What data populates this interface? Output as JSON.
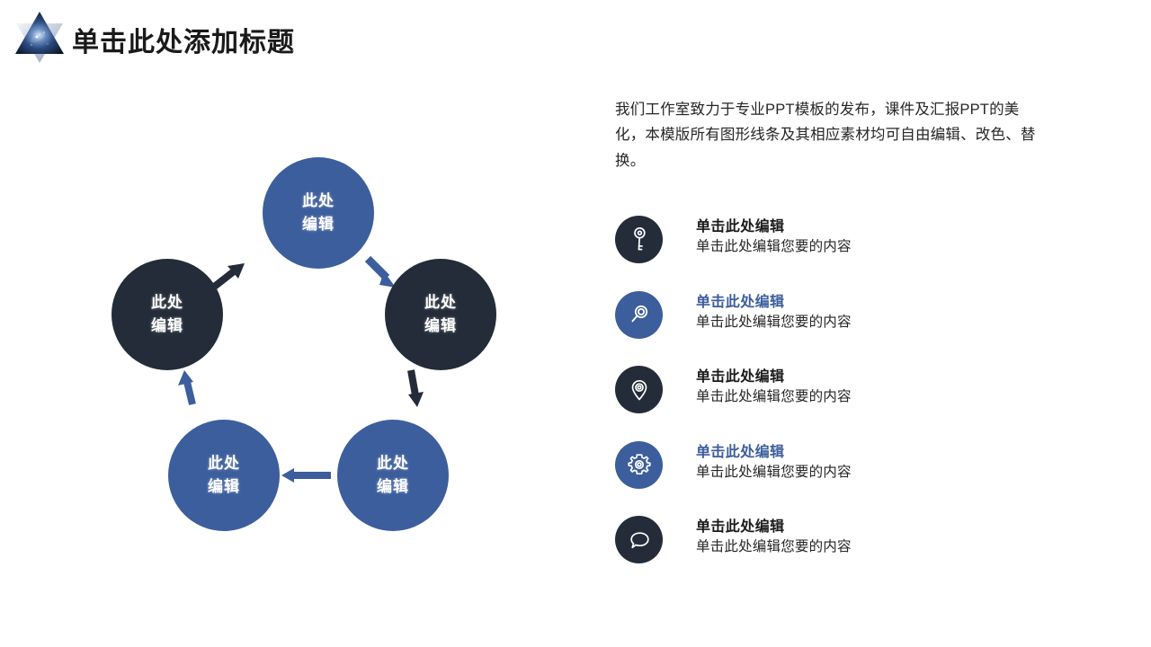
{
  "header": {
    "title": "单击此处添加标题",
    "logo_icon": "six-pointed-star-galaxy-logo"
  },
  "colors": {
    "accent_blue": "#3C5E9D",
    "dark_navy": "#232C38",
    "text_dark": "#1a1a1a",
    "background": "#ffffff"
  },
  "right_panel": {
    "paragraph": "我们工作室致力于专业PPT模板的发布，课件及汇报PPT的美化，本模版所有图形线条及其相应素材均可自由编辑、改色、替换。",
    "items": [
      {
        "icon": "key-icon",
        "icon_style": "dark",
        "title": "单击此处编辑",
        "title_color": "dark",
        "desc": "单击此处编辑您要的内容"
      },
      {
        "icon": "search-icon",
        "icon_style": "blue",
        "title": "单击此处编辑",
        "title_color": "blue",
        "desc": "单击此处编辑您要的内容"
      },
      {
        "icon": "location-pin-icon",
        "icon_style": "dark",
        "title": "单击此处编辑",
        "title_color": "dark",
        "desc": "单击此处编辑您要的内容"
      },
      {
        "icon": "gear-icon",
        "icon_style": "blue",
        "title": "单击此处编辑",
        "title_color": "blue",
        "desc": "单击此处编辑您要的内容"
      },
      {
        "icon": "speech-bubble-icon",
        "icon_style": "dark",
        "title": "单击此处编辑",
        "title_color": "dark",
        "desc": "单击此处编辑您要的内容"
      }
    ]
  },
  "cycle_diagram": {
    "nodes": [
      {
        "line1": "此处",
        "line2": "编辑",
        "style": "blue",
        "position": "top"
      },
      {
        "line1": "此处",
        "line2": "编辑",
        "style": "dark",
        "position": "right"
      },
      {
        "line1": "此处",
        "line2": "编辑",
        "style": "blue",
        "position": "bottom-right"
      },
      {
        "line1": "此处",
        "line2": "编辑",
        "style": "blue",
        "position": "bottom-left"
      },
      {
        "line1": "此处",
        "line2": "编辑",
        "style": "dark",
        "position": "left"
      }
    ],
    "arrows": [
      {
        "from": "top",
        "to": "right",
        "color": "blue",
        "direction": "down-right"
      },
      {
        "from": "right",
        "to": "bottom-right",
        "color": "dark",
        "direction": "down"
      },
      {
        "from": "bottom-right",
        "to": "bottom-left",
        "color": "blue",
        "direction": "left"
      },
      {
        "from": "bottom-left",
        "to": "left",
        "color": "blue",
        "direction": "up"
      },
      {
        "from": "left",
        "to": "top",
        "color": "dark",
        "direction": "up-right"
      }
    ]
  }
}
